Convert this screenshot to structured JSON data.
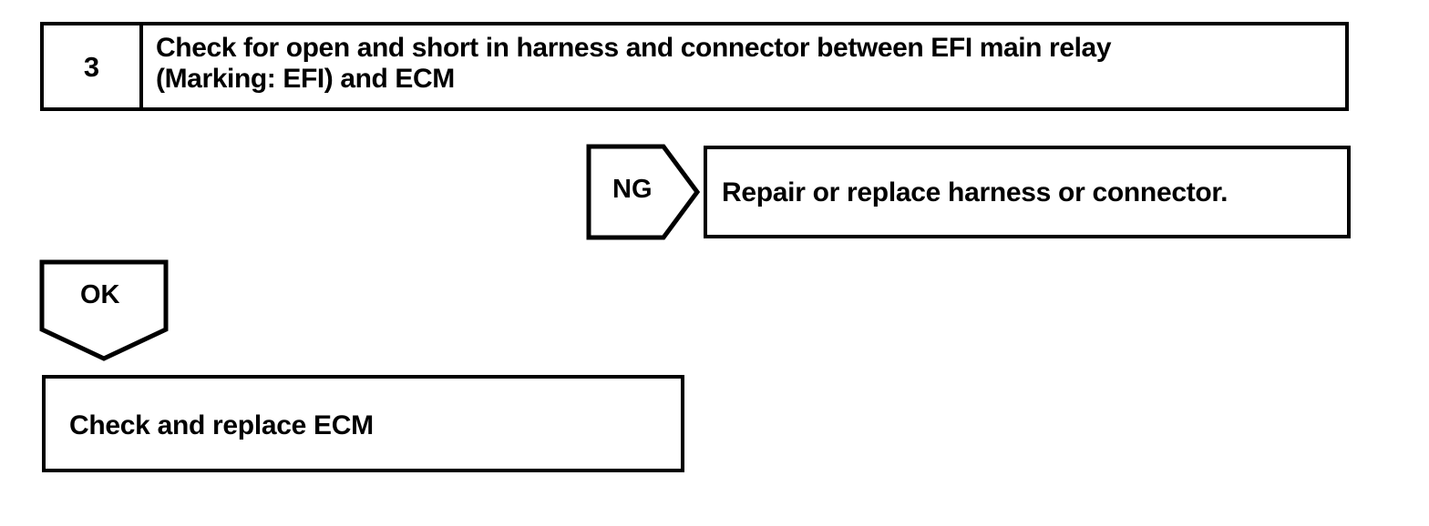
{
  "diagram": {
    "type": "troubleshooting-flow-chart",
    "background_color": "#ffffff",
    "stroke_color": "#000000",
    "step": {
      "number": "3",
      "instruction_line1": "Check for open and short in harness and connector between EFI main relay",
      "instruction_line2": "(Marking: EFI) and ECM"
    },
    "branches": {
      "ng": {
        "label": "NG",
        "shape": "pentagon-right",
        "result_text": "Repair or replace harness or connector."
      },
      "ok": {
        "label": "OK",
        "shape": "pentagon-down",
        "result_text": "Check and replace ECM"
      }
    }
  }
}
